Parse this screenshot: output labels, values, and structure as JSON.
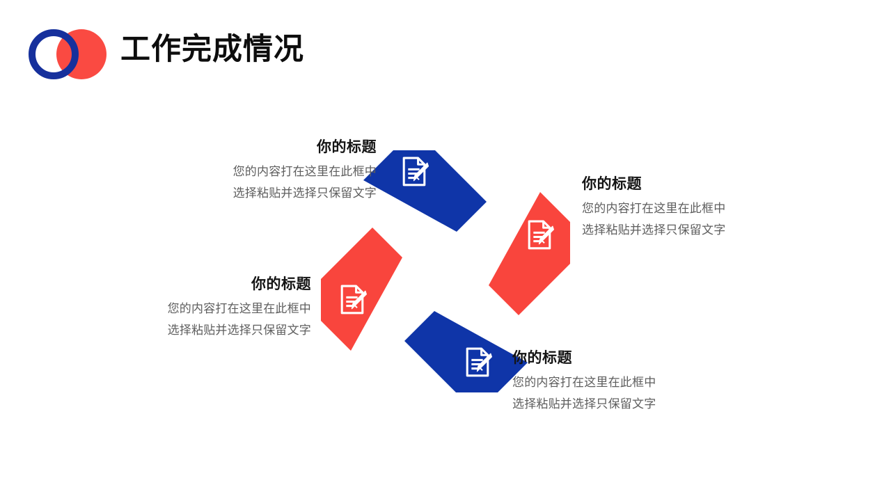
{
  "slide": {
    "title": "工作完成情况",
    "background_color": "#FFFFFF"
  },
  "logo": {
    "name": "overlapping-circles-logo",
    "ring_color": "#16309C",
    "disc_color": "#FA4A42"
  },
  "theme": {
    "blue": "#0F35A8",
    "red": "#F9453D",
    "title_color": "#0D0D0D",
    "heading_color": "#141414",
    "body_color": "#5E5E5E",
    "icon_color": "#FFFFFF"
  },
  "diagram": {
    "name": "pinwheel-four-arrows",
    "type": "pinwheel",
    "arms": [
      {
        "id": "arm-top",
        "color": "#0F35A8",
        "color_name": "blue",
        "direction": "up-left",
        "icon": "document-pencil-icon"
      },
      {
        "id": "arm-right",
        "color": "#F9453D",
        "color_name": "red",
        "direction": "up-right",
        "icon": "document-pencil-icon"
      },
      {
        "id": "arm-bottom",
        "color": "#0F35A8",
        "color_name": "blue",
        "direction": "down-right",
        "icon": "document-pencil-icon"
      },
      {
        "id": "arm-left",
        "color": "#F9453D",
        "color_name": "red",
        "direction": "down-left",
        "icon": "document-pencil-icon"
      }
    ]
  },
  "callouts": [
    {
      "id": "callout-1",
      "align": "right",
      "title": "你的标题",
      "line1": "您的内容打在这里在此框中",
      "line2": "选择粘贴并选择只保留文字"
    },
    {
      "id": "callout-2",
      "align": "left",
      "title": "你的标题",
      "line1": "您的内容打在这里在此框中",
      "line2": "选择粘贴并选择只保留文字"
    },
    {
      "id": "callout-3",
      "align": "right",
      "title": "你的标题",
      "line1": "您的内容打在这里在此框中",
      "line2": "选择粘贴并选择只保留文字"
    },
    {
      "id": "callout-4",
      "align": "left",
      "title": "你的标题",
      "line1": "您的内容打在这里在此框中",
      "line2": "选择粘贴并选择只保留文字"
    }
  ]
}
